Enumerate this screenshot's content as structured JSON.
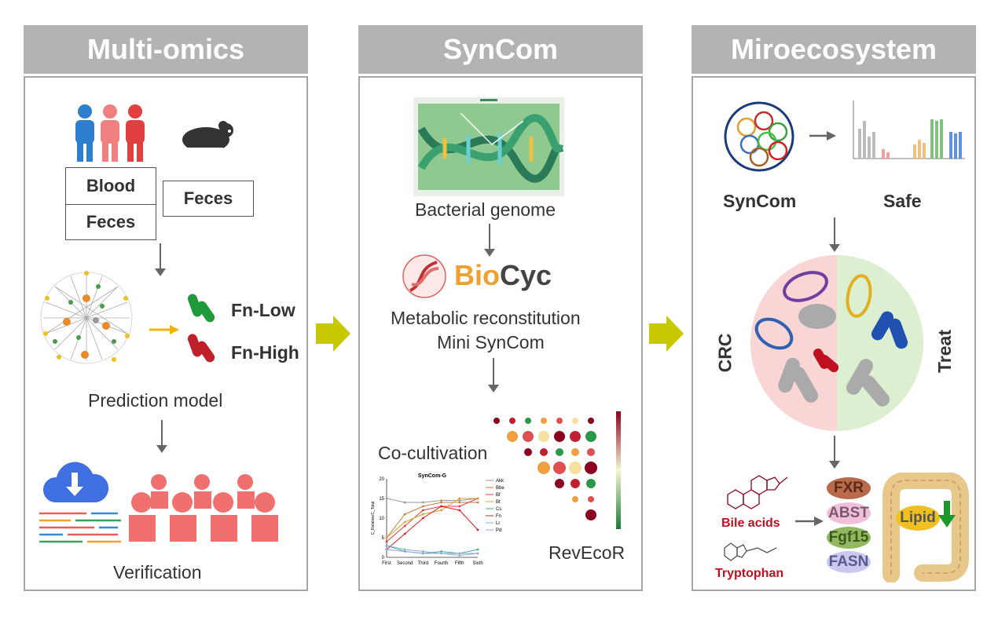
{
  "headers": [
    "Multi-omics",
    "SynCom",
    "Miroecosystem"
  ],
  "panel1": {
    "box_blood": "Blood",
    "box_feces_left": "Feces",
    "box_feces_right": "Feces",
    "fn_low": "Fn-Low",
    "fn_high": "Fn-High",
    "prediction": "Prediction model",
    "verification": "Verification"
  },
  "panel2": {
    "genome": "Bacterial genome",
    "biocyc_bio": "Bio",
    "biocyc_cyc": "Cyc",
    "metabolic": "Metabolic reconstitution",
    "mini": "Mini SynCom",
    "cocultivation": "Co-cultivation",
    "revecor": "RevEcoR",
    "linechart": {
      "title": "SynCom-G",
      "ylabel": "C_Relative/C_Total",
      "yticks": [
        "0",
        "5",
        "10",
        "15",
        "20"
      ],
      "xticks": [
        "First",
        "Second",
        "Third",
        "Fourth",
        "Fifth",
        "Sixth"
      ],
      "legend": [
        "Akk",
        "Bbe",
        "Bf",
        "Bt",
        "Cs",
        "Fn",
        "Lr",
        "Pd"
      ]
    }
  },
  "panel3": {
    "syncom": "SynCom",
    "safe": "Safe",
    "crc": "CRC",
    "treat": "Treat",
    "bile": "Bile acids",
    "tryptophan": "Tryptophan",
    "markers": [
      "FXR",
      "ABST",
      "Fgf15",
      "FASN"
    ],
    "lipid": "Lipid"
  },
  "colors": {
    "header_bg": "#b3b3b3",
    "arrow": "#c8c800",
    "biocyc_orange": "#f0a030"
  },
  "chart_data": {
    "type": "line",
    "title": "SynCom-G",
    "xlabel": "",
    "ylabel": "C_Relative/C_Total",
    "categories": [
      "First",
      "Second",
      "Third",
      "Fourth",
      "Fifth",
      "Sixth"
    ],
    "ylim": [
      0,
      20
    ],
    "series": [
      {
        "name": "Akk",
        "values": [
          15,
          14,
          14,
          14.5,
          14.5,
          15
        ]
      },
      {
        "name": "Bbe",
        "values": [
          5,
          11,
          13,
          14,
          14,
          14
        ]
      },
      {
        "name": "Bf",
        "values": [
          4,
          8,
          12,
          13,
          13,
          15
        ]
      },
      {
        "name": "Bt",
        "values": [
          5,
          9,
          11,
          12,
          15,
          15
        ]
      },
      {
        "name": "Cs",
        "values": [
          3,
          1.5,
          1,
          1.5,
          1,
          2
        ]
      },
      {
        "name": "Fn",
        "values": [
          2,
          6,
          10,
          13,
          12,
          7
        ]
      },
      {
        "name": "Lr",
        "values": [
          3,
          2,
          1.5,
          1,
          0.5,
          1
        ]
      },
      {
        "name": "Pd",
        "values": [
          2,
          1.5,
          1,
          1,
          1,
          1
        ]
      }
    ]
  }
}
